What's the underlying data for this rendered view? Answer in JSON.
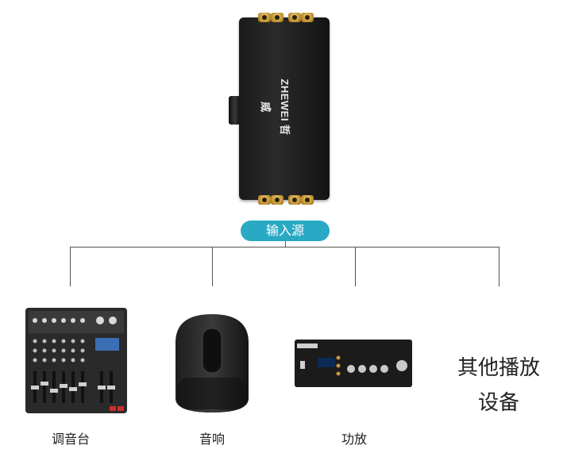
{
  "device": {
    "brand_text": "ZHEWEI 哲威"
  },
  "source_label": "输入源",
  "outputs": [
    {
      "label": "调音台"
    },
    {
      "label": "音响"
    },
    {
      "label": "功放"
    },
    {
      "label": "其他播放设备",
      "line1": "其他播放",
      "line2": "设备"
    }
  ],
  "colors": {
    "pill": "#29a9c4",
    "connector": "#555555",
    "device_body": "#1f1f1f",
    "rca_gold": "#c99a35"
  }
}
